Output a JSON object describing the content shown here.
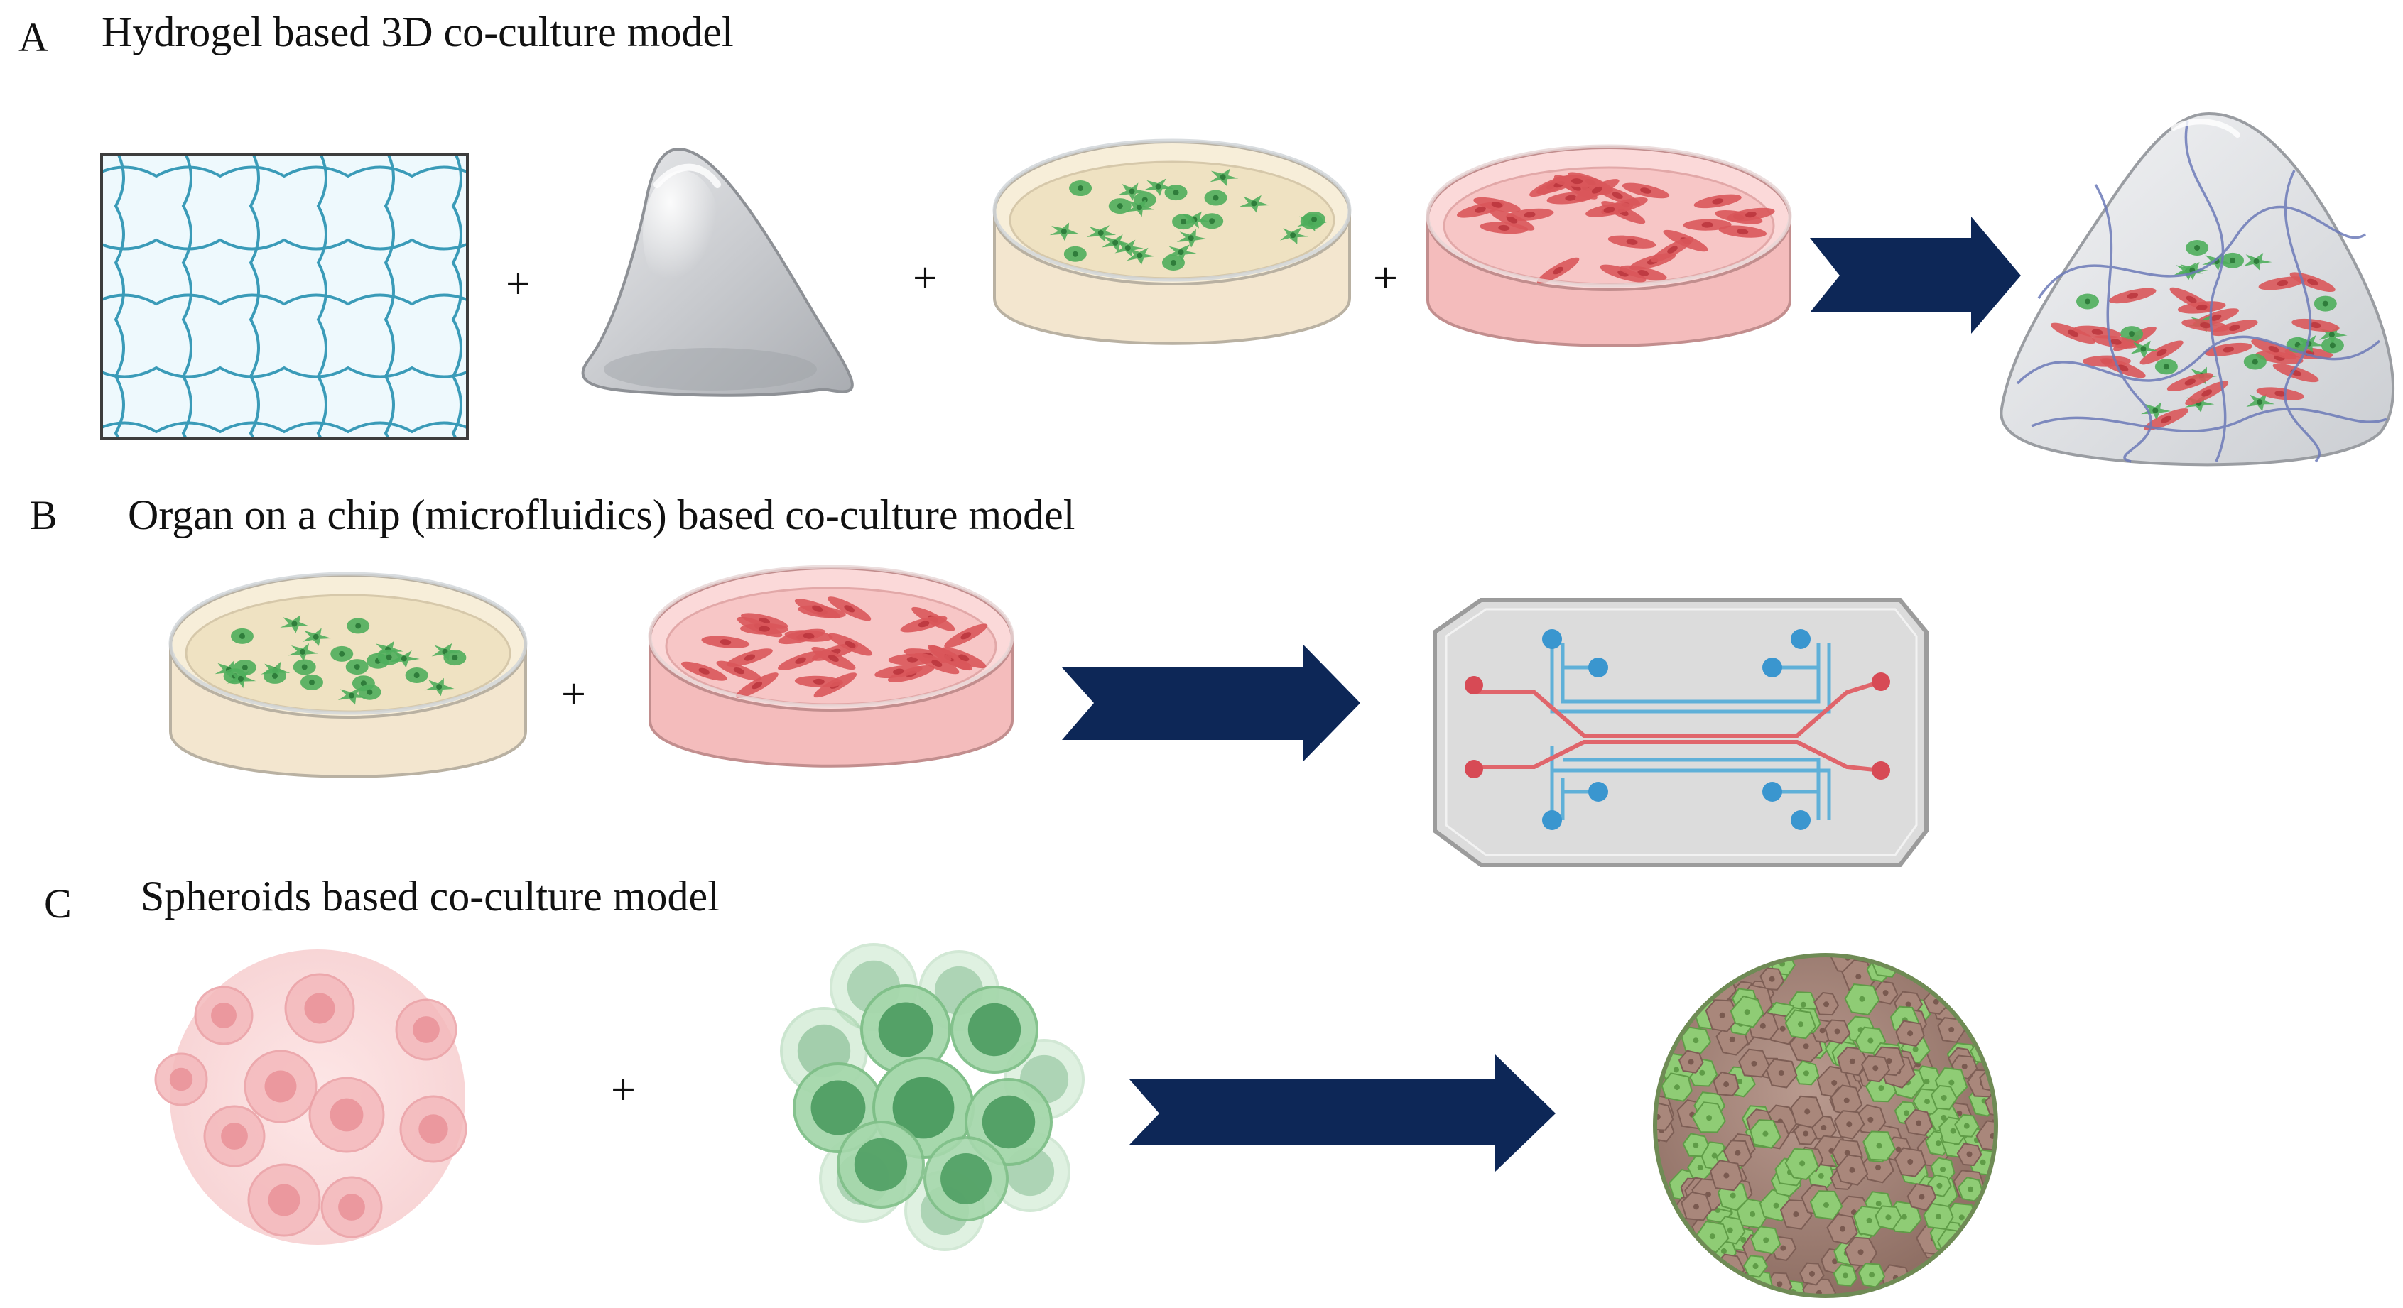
{
  "panels": [
    {
      "letter": "A",
      "title": "Hydrogel based 3D co-culture model",
      "plus_signs": [
        "+",
        "+",
        "+"
      ],
      "components": [
        "hydrogel-mesh-grid",
        "gel-dome",
        "green-cell-dish",
        "red-cell-dish"
      ],
      "result": "dome-with-mixed-cells"
    },
    {
      "letter": "B",
      "title": "Organ on a chip (microfluidics) based co-culture model",
      "plus_signs": [
        "+"
      ],
      "components": [
        "green-cell-dish",
        "red-cell-dish"
      ],
      "result": "microfluidic-chip"
    },
    {
      "letter": "C",
      "title": "Spheroids based co-culture model",
      "plus_signs": [
        "+"
      ],
      "components": [
        "red-cell-cluster",
        "green-cell-cluster"
      ],
      "result": "mixed-spheroid"
    }
  ],
  "colors": {
    "arrow": "#0d2757",
    "mesh_line": "#3a9bb8",
    "mesh_fill": "#eef9fd",
    "green_cell": "#4fae5c",
    "red_cell": "#d9575a",
    "dish_green_medium": "#f6ecd6",
    "dish_red_medium": "#f7c9c9",
    "chip_red_channel": "#e0656b",
    "chip_blue_channel": "#5fb0d8",
    "spheroid_brown": "#a9877b",
    "spheroid_green": "#8fcc75"
  }
}
